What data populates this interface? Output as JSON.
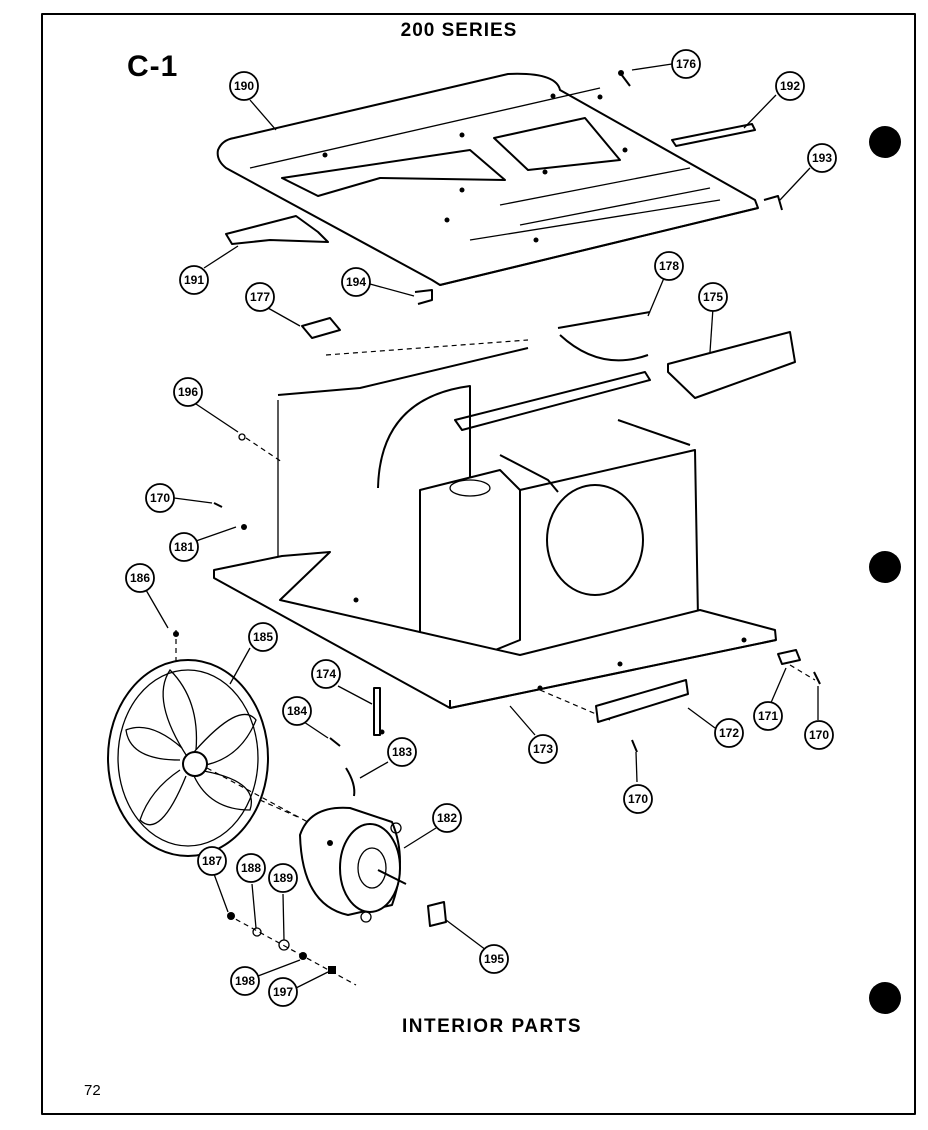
{
  "header": {
    "series": "200 SERIES",
    "section": "C-1"
  },
  "caption": "INTERIOR PARTS",
  "page_number": "72",
  "callouts": [
    {
      "id": "c190",
      "label": "190"
    },
    {
      "id": "c176",
      "label": "176"
    },
    {
      "id": "c192",
      "label": "192"
    },
    {
      "id": "c193",
      "label": "193"
    },
    {
      "id": "c191",
      "label": "191"
    },
    {
      "id": "c177",
      "label": "177"
    },
    {
      "id": "c194",
      "label": "194"
    },
    {
      "id": "c178",
      "label": "178"
    },
    {
      "id": "c175",
      "label": "175"
    },
    {
      "id": "c196",
      "label": "196"
    },
    {
      "id": "c170a",
      "label": "170"
    },
    {
      "id": "c181",
      "label": "181"
    },
    {
      "id": "c186",
      "label": "186"
    },
    {
      "id": "c185",
      "label": "185"
    },
    {
      "id": "c174",
      "label": "174"
    },
    {
      "id": "c184",
      "label": "184"
    },
    {
      "id": "c183",
      "label": "183"
    },
    {
      "id": "c173",
      "label": "173"
    },
    {
      "id": "c172",
      "label": "172"
    },
    {
      "id": "c171",
      "label": "171"
    },
    {
      "id": "c170b",
      "label": "170"
    },
    {
      "id": "c170c",
      "label": "170"
    },
    {
      "id": "c182",
      "label": "182"
    },
    {
      "id": "c187",
      "label": "187"
    },
    {
      "id": "c188",
      "label": "188"
    },
    {
      "id": "c189",
      "label": "189"
    },
    {
      "id": "c195",
      "label": "195"
    },
    {
      "id": "c198",
      "label": "198"
    },
    {
      "id": "c197",
      "label": "197"
    }
  ]
}
